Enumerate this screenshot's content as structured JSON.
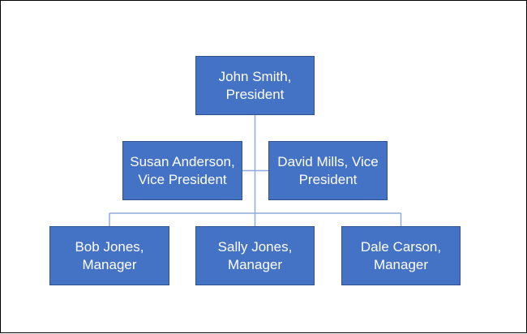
{
  "colors": {
    "node_fill": "#4472c4",
    "node_border": "#2f528f",
    "node_text": "#ffffff",
    "connector": "#8eaadb"
  },
  "org_chart": {
    "president": {
      "label": "John Smith,\nPresident"
    },
    "vice_presidents": [
      {
        "label": "Susan Anderson,\nVice President"
      },
      {
        "label": "David Mills, Vice\nPresident"
      }
    ],
    "managers": [
      {
        "label": "Bob Jones,\nManager"
      },
      {
        "label": "Sally Jones,\nManager"
      },
      {
        "label": "Dale Carson,\nManager"
      }
    ]
  }
}
